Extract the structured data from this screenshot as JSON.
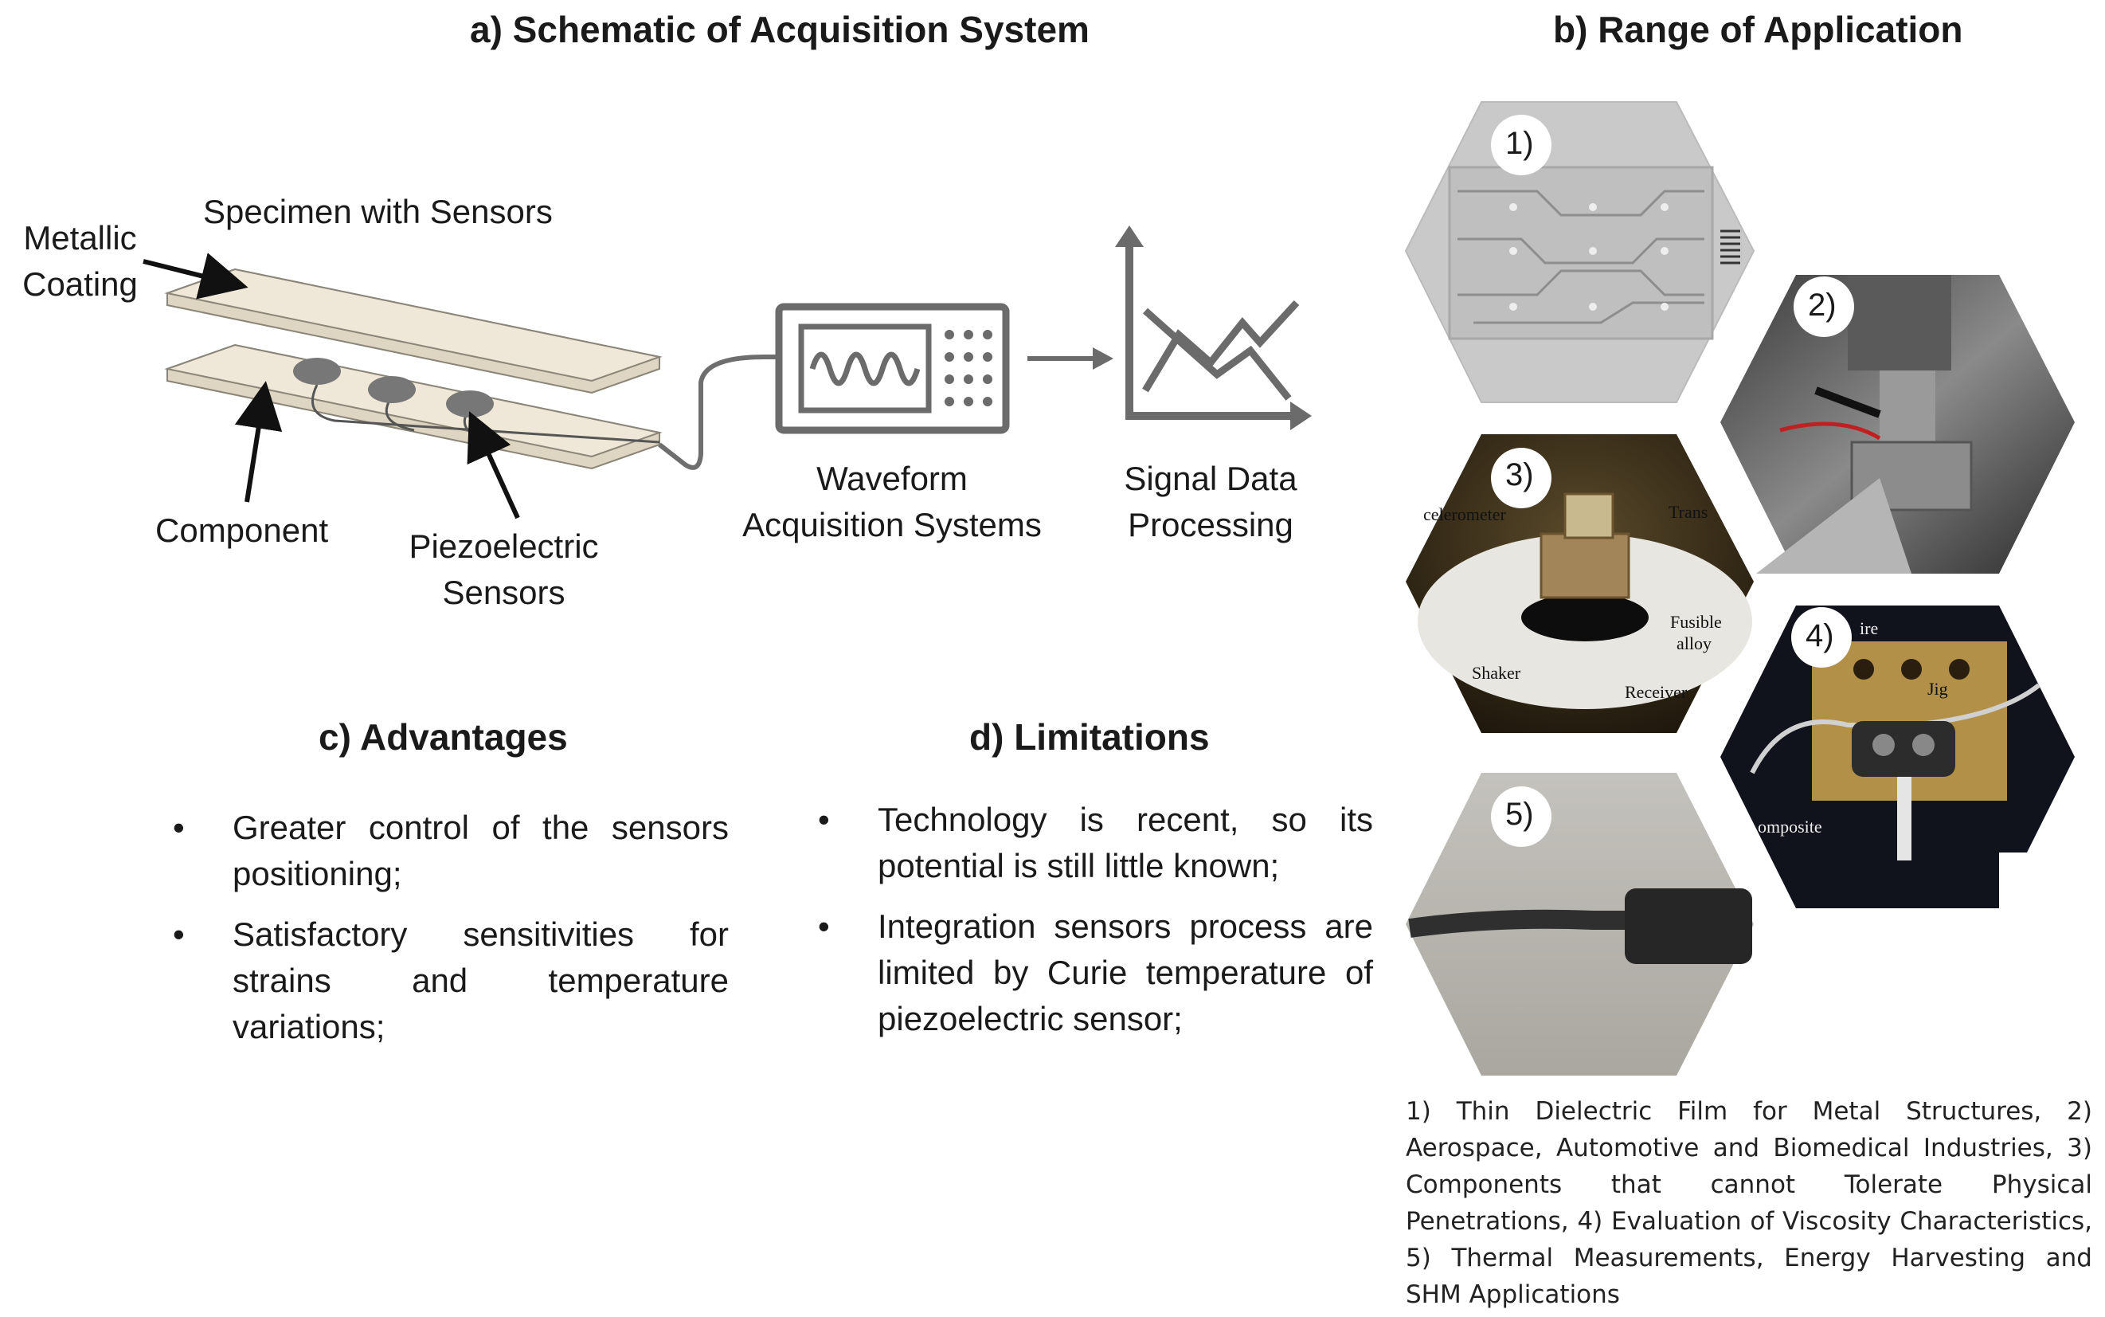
{
  "titles": {
    "a": "a) Schematic of Acquisition System",
    "b": "b) Range of Application",
    "c": "c) Advantages",
    "d": "d) Limitations"
  },
  "schematic": {
    "specimen_label": "Specimen with Sensors",
    "metallic_line1": "Metallic",
    "metallic_line2": "Coating",
    "component_label": "Component",
    "piezo_line1": "Piezoelectric",
    "piezo_line2": "Sensors",
    "waveform_line1": "Waveform",
    "waveform_line2": "Acquisition Systems",
    "signal_line1": "Signal Data",
    "signal_line2": "Processing"
  },
  "advantages": [
    "Greater control of the sensors positioning;",
    "Satisfactory sensitivities for strains and temperature variations;"
  ],
  "limitations": [
    "Technology is recent, so its potential is still little known;",
    "Integration sensors process are limited by Curie temperature of piezoelectric sensor;"
  ],
  "bullet_char": "•",
  "applications": {
    "labels": [
      "1)",
      "2)",
      "3)",
      "4)",
      "5)"
    ],
    "photo_text": {
      "p3_accelerometer": "celerometer",
      "p3_transducer": "Trans",
      "p3_fusible": "Fusible",
      "p3_alloy": "alloy",
      "p3_shaker": "Shaker",
      "p3_receiver": "Receiver",
      "p4_wire": "ire",
      "p4_jig": "Jig",
      "p4_composite": "omposite"
    },
    "caption": "1) Thin Dielectric Film for Metal Structures, 2) Aerospace, Automotive and Biomedical Industries, 3) Components that cannot Tolerate Physical Penetrations, 4) Evaluation of Viscosity Characteristics, 5) Thermal Measurements, Energy Harvesting and SHM Applications"
  }
}
